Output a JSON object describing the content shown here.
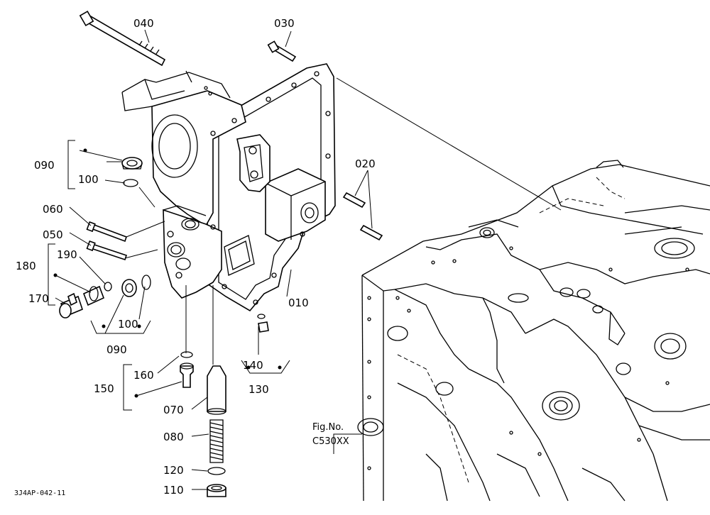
{
  "parts": [
    {
      "id": "p040",
      "number": "040"
    },
    {
      "id": "p030",
      "number": "030"
    },
    {
      "id": "p090a",
      "number": "090"
    },
    {
      "id": "p100a",
      "number": "100"
    },
    {
      "id": "p020",
      "number": "020"
    },
    {
      "id": "p060",
      "number": "060"
    },
    {
      "id": "p050",
      "number": "050"
    },
    {
      "id": "p180",
      "number": "180"
    },
    {
      "id": "p190",
      "number": "190"
    },
    {
      "id": "p170",
      "number": "170"
    },
    {
      "id": "p100b",
      "number": "100"
    },
    {
      "id": "p090b",
      "number": "090"
    },
    {
      "id": "p010",
      "number": "010"
    },
    {
      "id": "p140",
      "number": "140"
    },
    {
      "id": "p130",
      "number": "130"
    },
    {
      "id": "p160",
      "number": "160"
    },
    {
      "id": "p150",
      "number": "150"
    },
    {
      "id": "p070",
      "number": "070"
    },
    {
      "id": "p080",
      "number": "080"
    },
    {
      "id": "p120",
      "number": "120"
    },
    {
      "id": "p110",
      "number": "110"
    }
  ],
  "figure_ref": {
    "line1": "Fig.No.",
    "line2": "C530XX"
  },
  "drawing_code": "3J4AP-042-11"
}
